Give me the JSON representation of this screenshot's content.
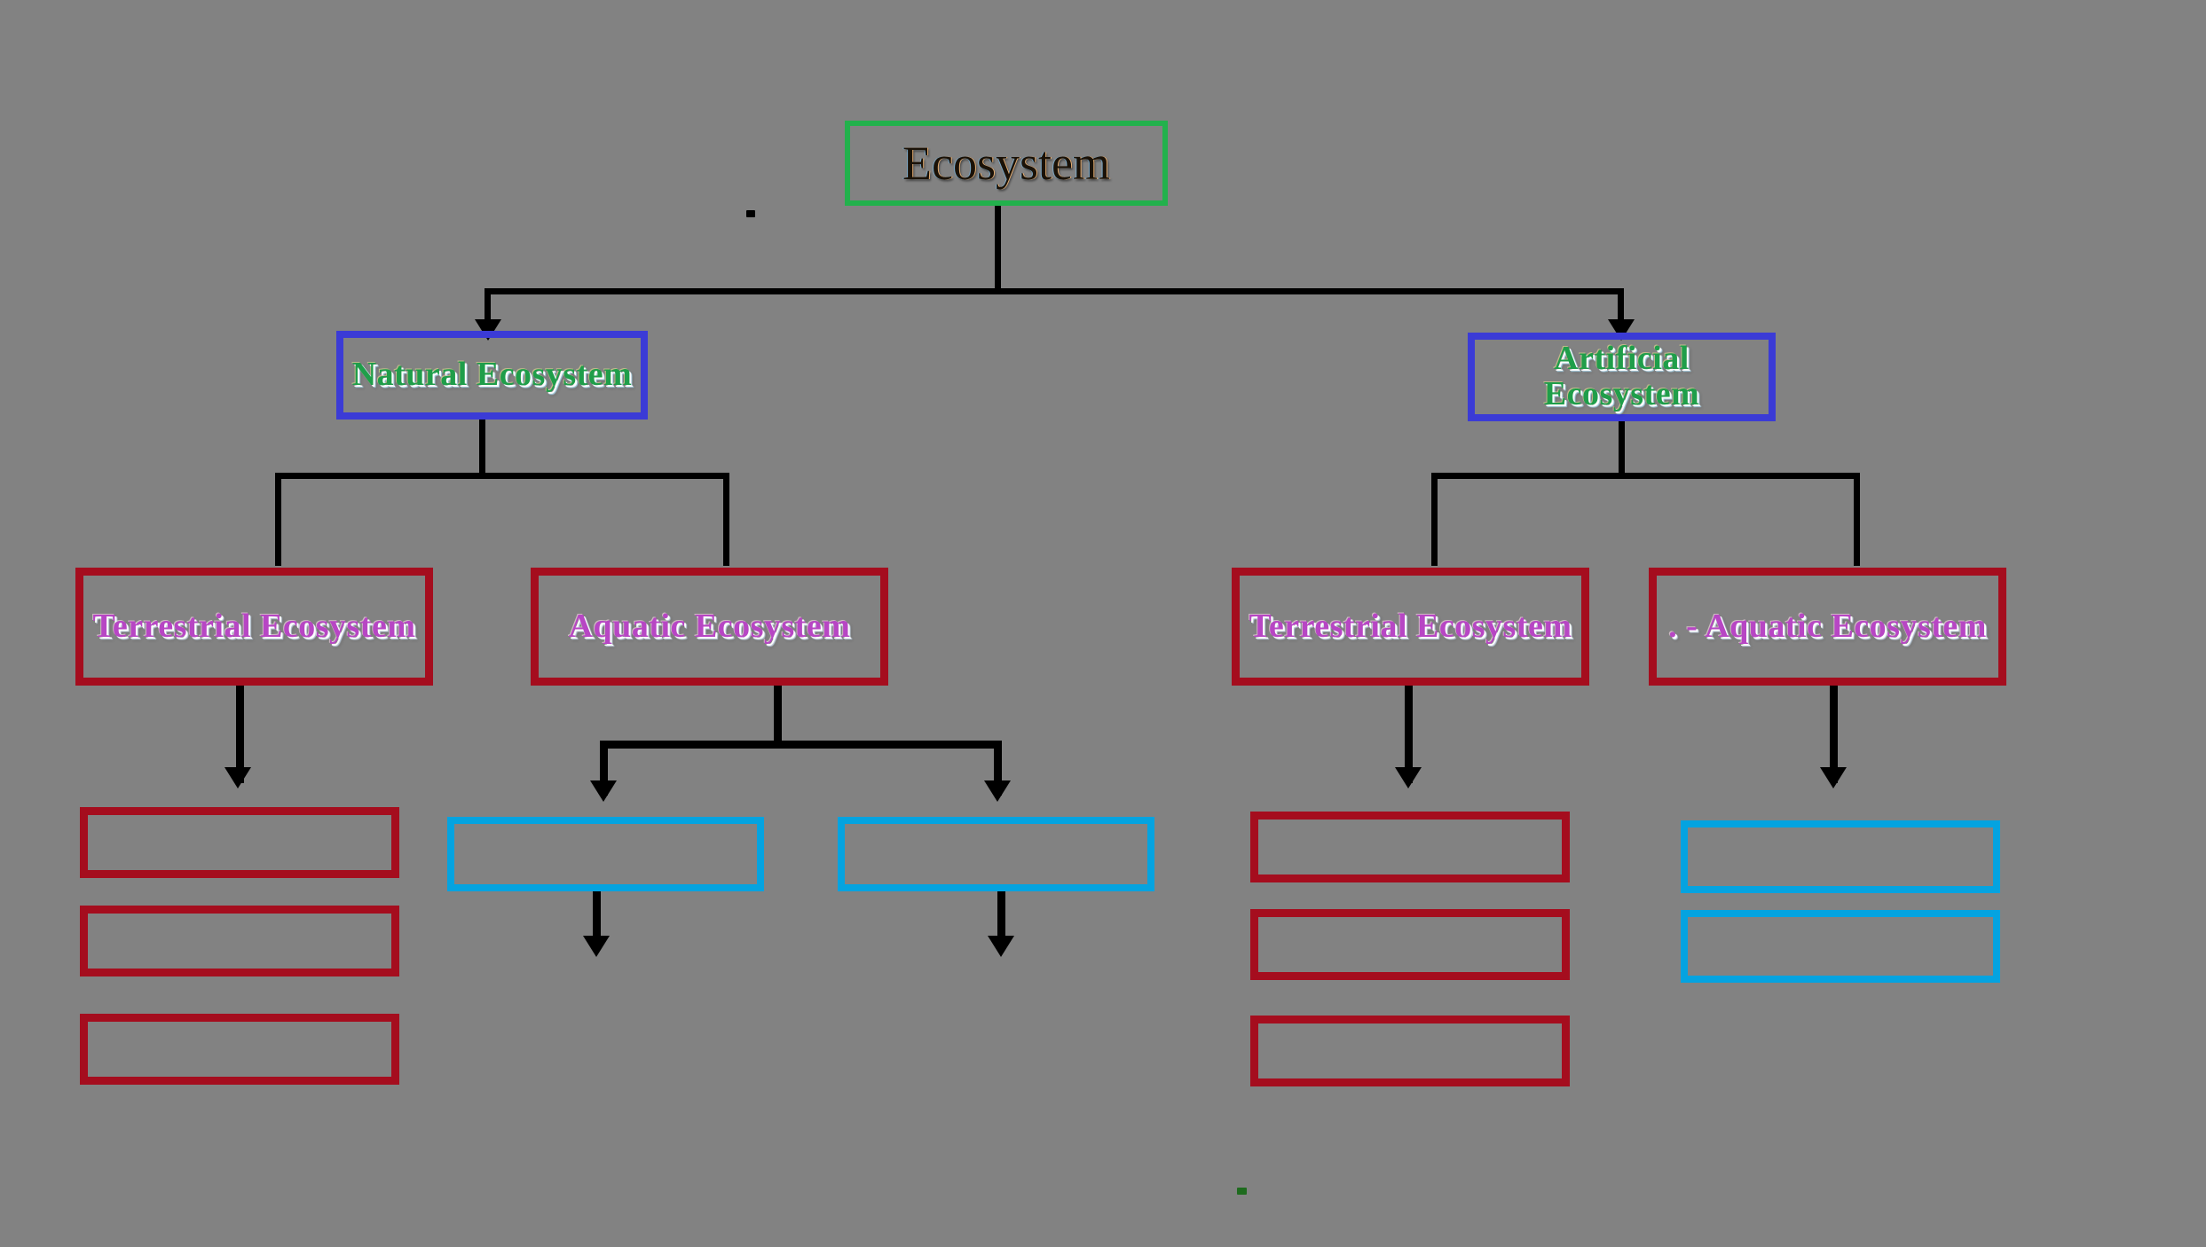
{
  "diagram": {
    "title_text": "Ecosystem",
    "background_color": "#828282",
    "nodes": {
      "root": {
        "label": "Ecosystem",
        "border_color": "#22b14c",
        "text_color": "#1a1208"
      },
      "natural": {
        "label": "Natural Ecosystem",
        "border_color": "#3b3bd6",
        "text_color": "#1f9e4a"
      },
      "artificial": {
        "label": "Artificial Ecosystem",
        "border_color": "#3b3bd6",
        "text_color": "#1f9e4a"
      },
      "nat_terrestrial": {
        "label": "Terrestrial Ecosystem",
        "border_color": "#a50d1e",
        "text_color": "#b746c4"
      },
      "nat_aquatic": {
        "label": "Aquatic  Ecosystem",
        "border_color": "#a50d1e",
        "text_color": "#b746c4"
      },
      "art_terrestrial": {
        "label": "Terrestrial Ecosystem",
        "border_color": "#a50d1e",
        "text_color": "#b746c4"
      },
      "art_aquatic": {
        "label": ". - Aquatic Ecosystem",
        "border_color": "#a50d1e",
        "text_color": "#b746c4"
      }
    },
    "leaf_boxes": {
      "nat_terrestrial_children": [
        {
          "label": "",
          "border_color": "#a50d1e"
        },
        {
          "label": "",
          "border_color": "#a50d1e"
        },
        {
          "label": "",
          "border_color": "#a50d1e"
        }
      ],
      "nat_aquatic_children": [
        {
          "label": "",
          "border_color": "#04a3e0"
        },
        {
          "label": "",
          "border_color": "#04a3e0"
        }
      ],
      "art_terrestrial_children": [
        {
          "label": "",
          "border_color": "#a50d1e"
        },
        {
          "label": "",
          "border_color": "#a50d1e"
        },
        {
          "label": "",
          "border_color": "#a50d1e"
        }
      ],
      "art_aquatic_children": [
        {
          "label": "",
          "border_color": "#04a3e0"
        },
        {
          "label": "",
          "border_color": "#04a3e0"
        }
      ]
    },
    "connector_color": "#000000"
  }
}
